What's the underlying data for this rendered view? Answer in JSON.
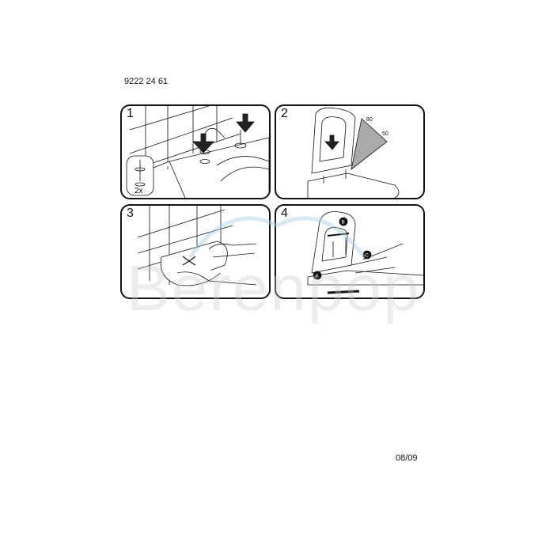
{
  "document": {
    "code": "9222 24 61",
    "date": "08/09"
  },
  "steps": [
    {
      "number": "1",
      "label": "2x"
    },
    {
      "number": "2",
      "angle_labels": [
        "80",
        "50"
      ]
    },
    {
      "number": "3"
    },
    {
      "number": "4",
      "callouts": [
        "A",
        "B",
        "C"
      ]
    }
  ],
  "watermark": {
    "text": "Berenpop",
    "color": "#c8dce8"
  }
}
